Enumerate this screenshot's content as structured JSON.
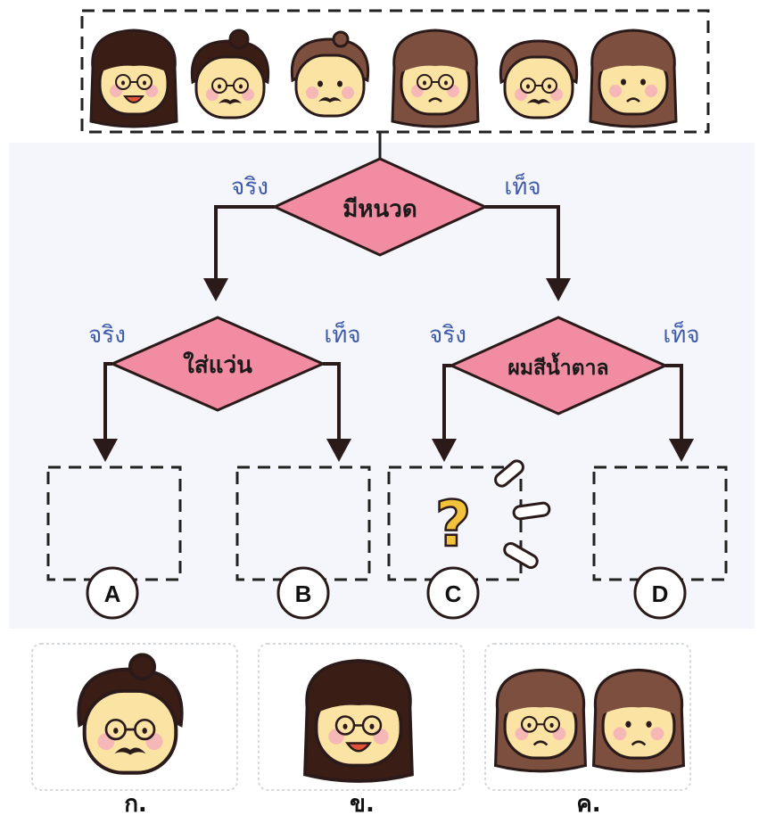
{
  "diagram": {
    "decisions": {
      "root": "มีหนวด",
      "left": "ใส่แว่น",
      "right": "ผมสีน้ำตาล"
    },
    "branch_labels": {
      "true": "จริง",
      "false": "เท็จ"
    },
    "outcomes": [
      "A",
      "B",
      "C",
      "D"
    ],
    "mystery_mark": "?",
    "options": [
      "ก.",
      "ข.",
      "ค."
    ]
  },
  "colors": {
    "decision_fill": "#f28ca2",
    "decision_stroke": "#2a1a1a",
    "label_blue": "#3e5aa8",
    "skin": "#fbe3a4",
    "hair_dark": "#3a1e16",
    "hair_brown": "#7d4f3e",
    "question_mark": "#f2c23a"
  },
  "icons": [
    "face-icon",
    "question-mark-icon",
    "arrow-icon"
  ]
}
